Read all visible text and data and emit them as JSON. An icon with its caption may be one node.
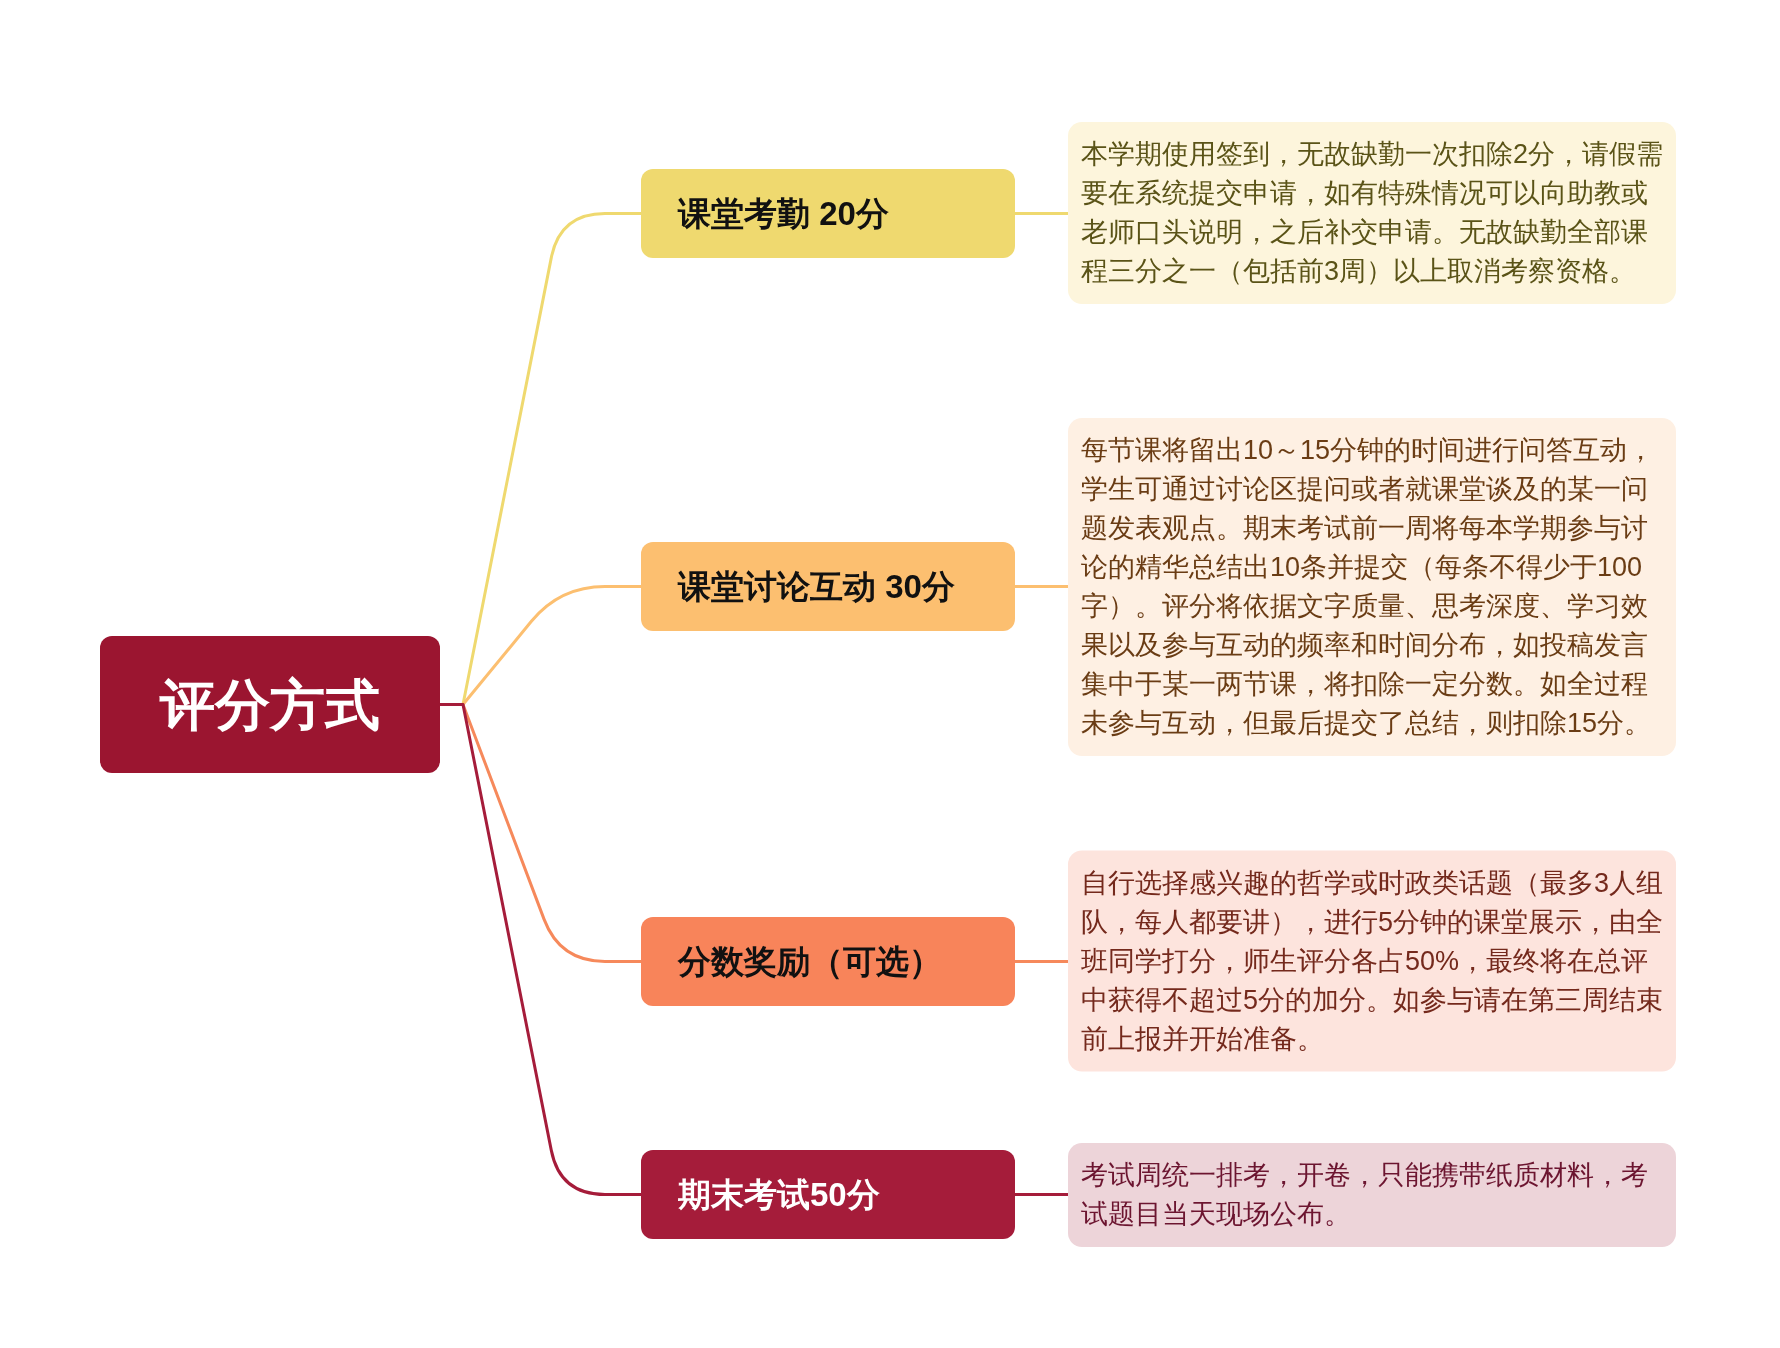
{
  "diagram": {
    "nodes": [
      {
        "text": [
          "评分方式"
        ]
      },
      {
        "text": [
          "课堂考勤 20分"
        ]
      },
      {
        "text": [
          "本学期使用签到，无故缺勤一次扣除2分，请假需要在系统提交申请，如有特殊情况可以向助教或老师口头说明，之后补交申请。无故缺勤全部课程三分之一（包括前3周）以上取消考察资格。"
        ]
      },
      {
        "text": [
          "课堂讨论互动 30分"
        ]
      },
      {
        "text": [
          "每节课将留出10～15分钟的时间进行问答互动，学生可通过讨论区提问或者就课堂谈及的某一问题发表观点。期末考试前一周将每本学期参与讨论的精华总结出10条并提交（每条不得少于100字）。评分将依据文字质量、思考深度、学习效果以及参与互动的频率和时间分布，如投稿发言集中于某一两节课，将扣除一定分数。如全过程未参与互动，但最后提交了总结，则扣除15分。"
        ]
      },
      {
        "text": [
          "分数奖励（可选）"
        ]
      },
      {
        "text": [
          "自行选择感兴趣的哲学或时政类话题（最多3人组队，每人都要讲），进行5分钟的课堂展示，由全班同学打分，师生评分各占50%，最终将在总评中获得不超过5分的加分。如参与请在第三周结束前上报并开始准备。"
        ]
      },
      {
        "text": [
          "期末考试50分"
        ]
      },
      {
        "text": [
          "考试周统一排考，开卷，只能携带纸质材料，考试题目当天现场公布。"
        ]
      }
    ],
    "edges": [
      {
        "from": 0,
        "to": 1,
        "arrow": "none",
        "color": "#efd96f"
      },
      {
        "from": 0,
        "to": 3,
        "arrow": "none",
        "color": "#fcbf70"
      },
      {
        "from": 0,
        "to": 5,
        "arrow": "none",
        "color": "#f6895b"
      },
      {
        "from": 0,
        "to": 7,
        "arrow": "none",
        "color": "#a51c3a"
      },
      {
        "from": 1,
        "to": 2,
        "arrow": "none",
        "color": "#efd96f"
      },
      {
        "from": 3,
        "to": 4,
        "arrow": "none",
        "color": "#fcbf70"
      },
      {
        "from": 5,
        "to": 6,
        "arrow": "none",
        "color": "#f6895b"
      },
      {
        "from": 7,
        "to": 8,
        "arrow": "none",
        "color": "#a51c3a"
      }
    ]
  }
}
